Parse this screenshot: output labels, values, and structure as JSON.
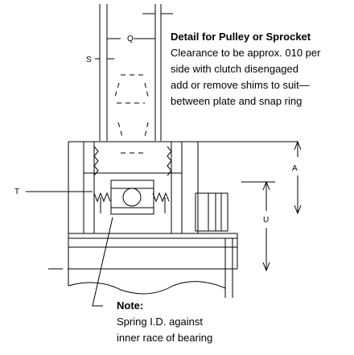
{
  "dimension_labels": {
    "q": "Q",
    "s": "S",
    "t": "T",
    "a": "A",
    "u": "U"
  },
  "detail": {
    "title": "Detail for Pulley or Sprocket",
    "lines": [
      "Clearance to be approx. 010 per",
      "side with clutch disengaged",
      "add or remove shims to suit—",
      "between plate and snap ring"
    ]
  },
  "note": {
    "title": "Note:",
    "lines": [
      "Spring I.D. against",
      "inner race of bearing"
    ]
  }
}
